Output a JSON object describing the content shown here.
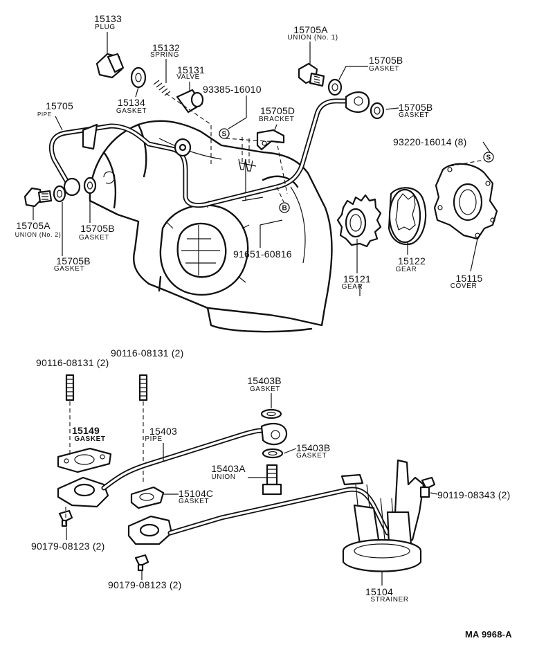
{
  "parts": {
    "p15133": {
      "number": "15133",
      "name": "PLUG"
    },
    "p15132": {
      "number": "15132",
      "name": "SPRING"
    },
    "p15131": {
      "number": "15131",
      "name": "VALVE"
    },
    "p15134": {
      "number": "15134",
      "name": "GASKET"
    },
    "p15705": {
      "number": "15705",
      "name": "PIPE"
    },
    "p93385": {
      "number": "93385-16010"
    },
    "p15705D": {
      "number": "15705D",
      "name": "BRACKET"
    },
    "p15705A1": {
      "number": "15705A",
      "name": "UNION (No. 1)"
    },
    "p15705B_top1": {
      "number": "15705B",
      "name": "GASKET"
    },
    "p15705B_top2": {
      "number": "15705B",
      "name": "GASKET"
    },
    "p93220": {
      "number": "93220-16014 (8)"
    },
    "p15705A2": {
      "number": "15705A",
      "name": "UNION (No. 2)"
    },
    "p15705B_mid": {
      "number": "15705B",
      "name": "GASKET"
    },
    "p15705B_low": {
      "number": "15705B",
      "name": "GASKET"
    },
    "p91651": {
      "number": "91651-60816"
    },
    "p15121": {
      "number": "15121",
      "name": "GEAR"
    },
    "p15122": {
      "number": "15122",
      "name": "GEAR"
    },
    "p15115": {
      "number": "15115",
      "name": "COVER"
    },
    "p90116a": {
      "number": "90116-08131 (2)"
    },
    "p90116b": {
      "number": "90116-08131 (2)"
    },
    "p15149": {
      "number": "15149",
      "name": "GASKET"
    },
    "p15403": {
      "number": "15403",
      "name": "PIPE"
    },
    "p15403B1": {
      "number": "15403B",
      "name": "GASKET"
    },
    "p15403B2": {
      "number": "15403B",
      "name": "GASKET"
    },
    "p15403A": {
      "number": "15403A",
      "name": "UNION"
    },
    "p15104C": {
      "number": "15104C",
      "name": "GASKET"
    },
    "p90119": {
      "number": "90119-08343 (2)"
    },
    "p90179a": {
      "number": "90179-08123 (2)"
    },
    "p90179b": {
      "number": "90179-08123 (2)"
    },
    "p15104": {
      "number": "15104",
      "name": "STRAINER"
    }
  },
  "symbols": {
    "s": "S",
    "b": "B"
  },
  "footer": {
    "code": "MA  9968-A"
  }
}
